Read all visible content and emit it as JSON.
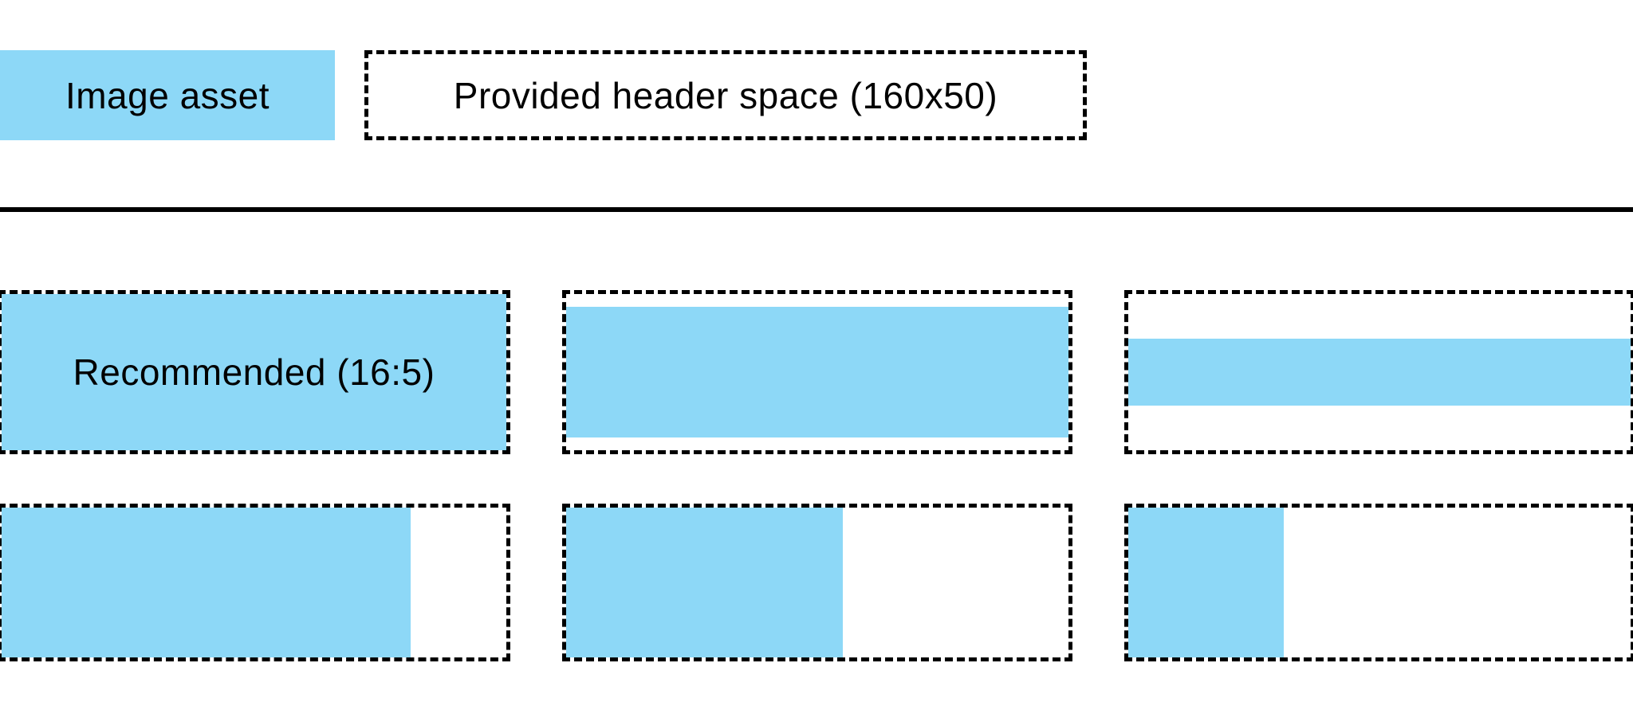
{
  "colors": {
    "image_fill": "#8DD8F7",
    "outline": "#000000",
    "text": "#000000",
    "background": "#FFFFFF"
  },
  "legend": {
    "image_asset_label": "Image asset",
    "header_space_label": "Provided header space (160x50)"
  },
  "examples": {
    "rows": 2,
    "columns": 3,
    "cells": [
      {
        "label": "Recommended (16:5)",
        "fill_width_pct": 100,
        "fill_height_pct": 100
      },
      {
        "label": "",
        "fill_width_pct": 100,
        "fill_height_pct": 84
      },
      {
        "label": "",
        "fill_width_pct": 100,
        "fill_height_pct": 43
      },
      {
        "label": "",
        "fill_width_pct": 81,
        "fill_height_pct": 100
      },
      {
        "label": "",
        "fill_width_pct": 55,
        "fill_height_pct": 100
      },
      {
        "label": "",
        "fill_width_pct": 31,
        "fill_height_pct": 100
      }
    ]
  }
}
